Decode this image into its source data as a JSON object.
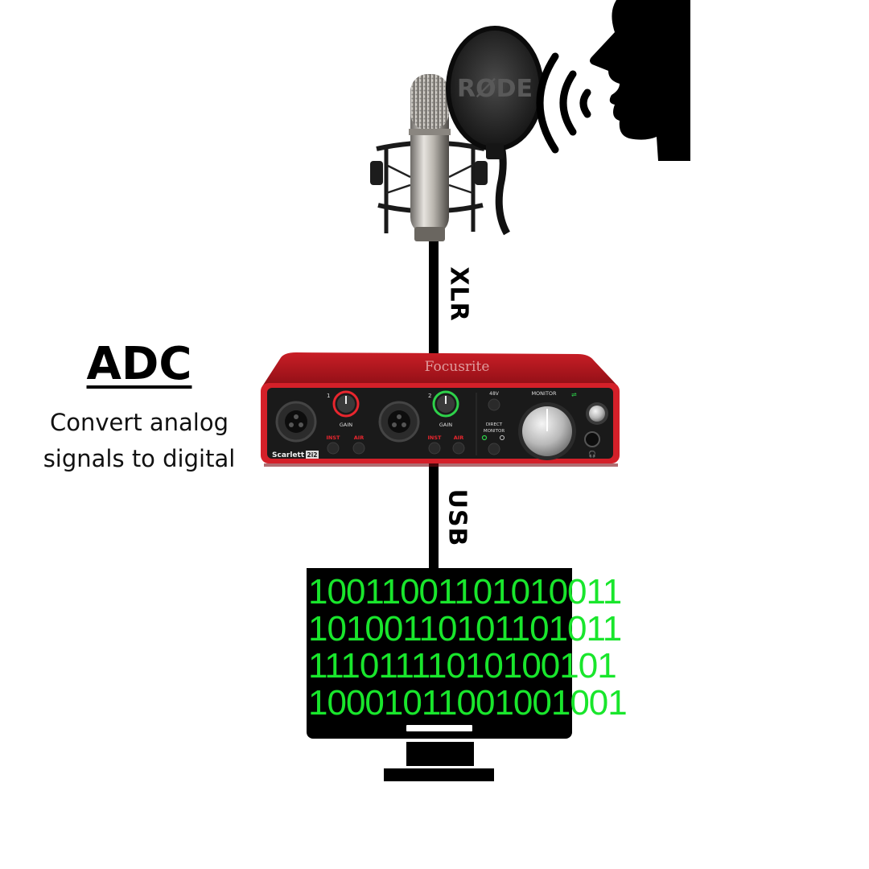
{
  "diagram": {
    "title": "ADC",
    "caption_lines": [
      "Convert analog",
      "signals to digital"
    ],
    "connections": [
      {
        "from": "microphone",
        "to": "audio-interface",
        "label": "XLR"
      },
      {
        "from": "audio-interface",
        "to": "computer",
        "label": "USB"
      }
    ]
  },
  "microphone": {
    "pop_filter_brand": "RØDE"
  },
  "audio_interface": {
    "brand": "Focusrite",
    "model": "Scarlett 2i2",
    "model_name": "Scarlett",
    "model_badge": "2i2",
    "channel_1_number": "1",
    "channel_2_number": "2",
    "gain_label": "GAIN",
    "inst_label": "INST",
    "air_label": "AIR",
    "phantom_label": "48V",
    "direct_monitor_label": "DIRECT MONITOR",
    "direct_monitor_line1": "DIRECT",
    "direct_monitor_line2": "MONITOR",
    "monitor_label": "MONITOR",
    "colors": {
      "chassis": "#d42029",
      "panel": "#1a1a1a",
      "ring_ch1": "#e8262e",
      "ring_ch2": "#2ed14a"
    }
  },
  "computer": {
    "binary_lines": [
      "10011001101010011",
      "10100110101101011",
      "11101111010100101",
      "10001011001001001"
    ],
    "text_color": "#19e62c"
  },
  "colors": {
    "ink": "#000000",
    "background": "#ffffff"
  }
}
